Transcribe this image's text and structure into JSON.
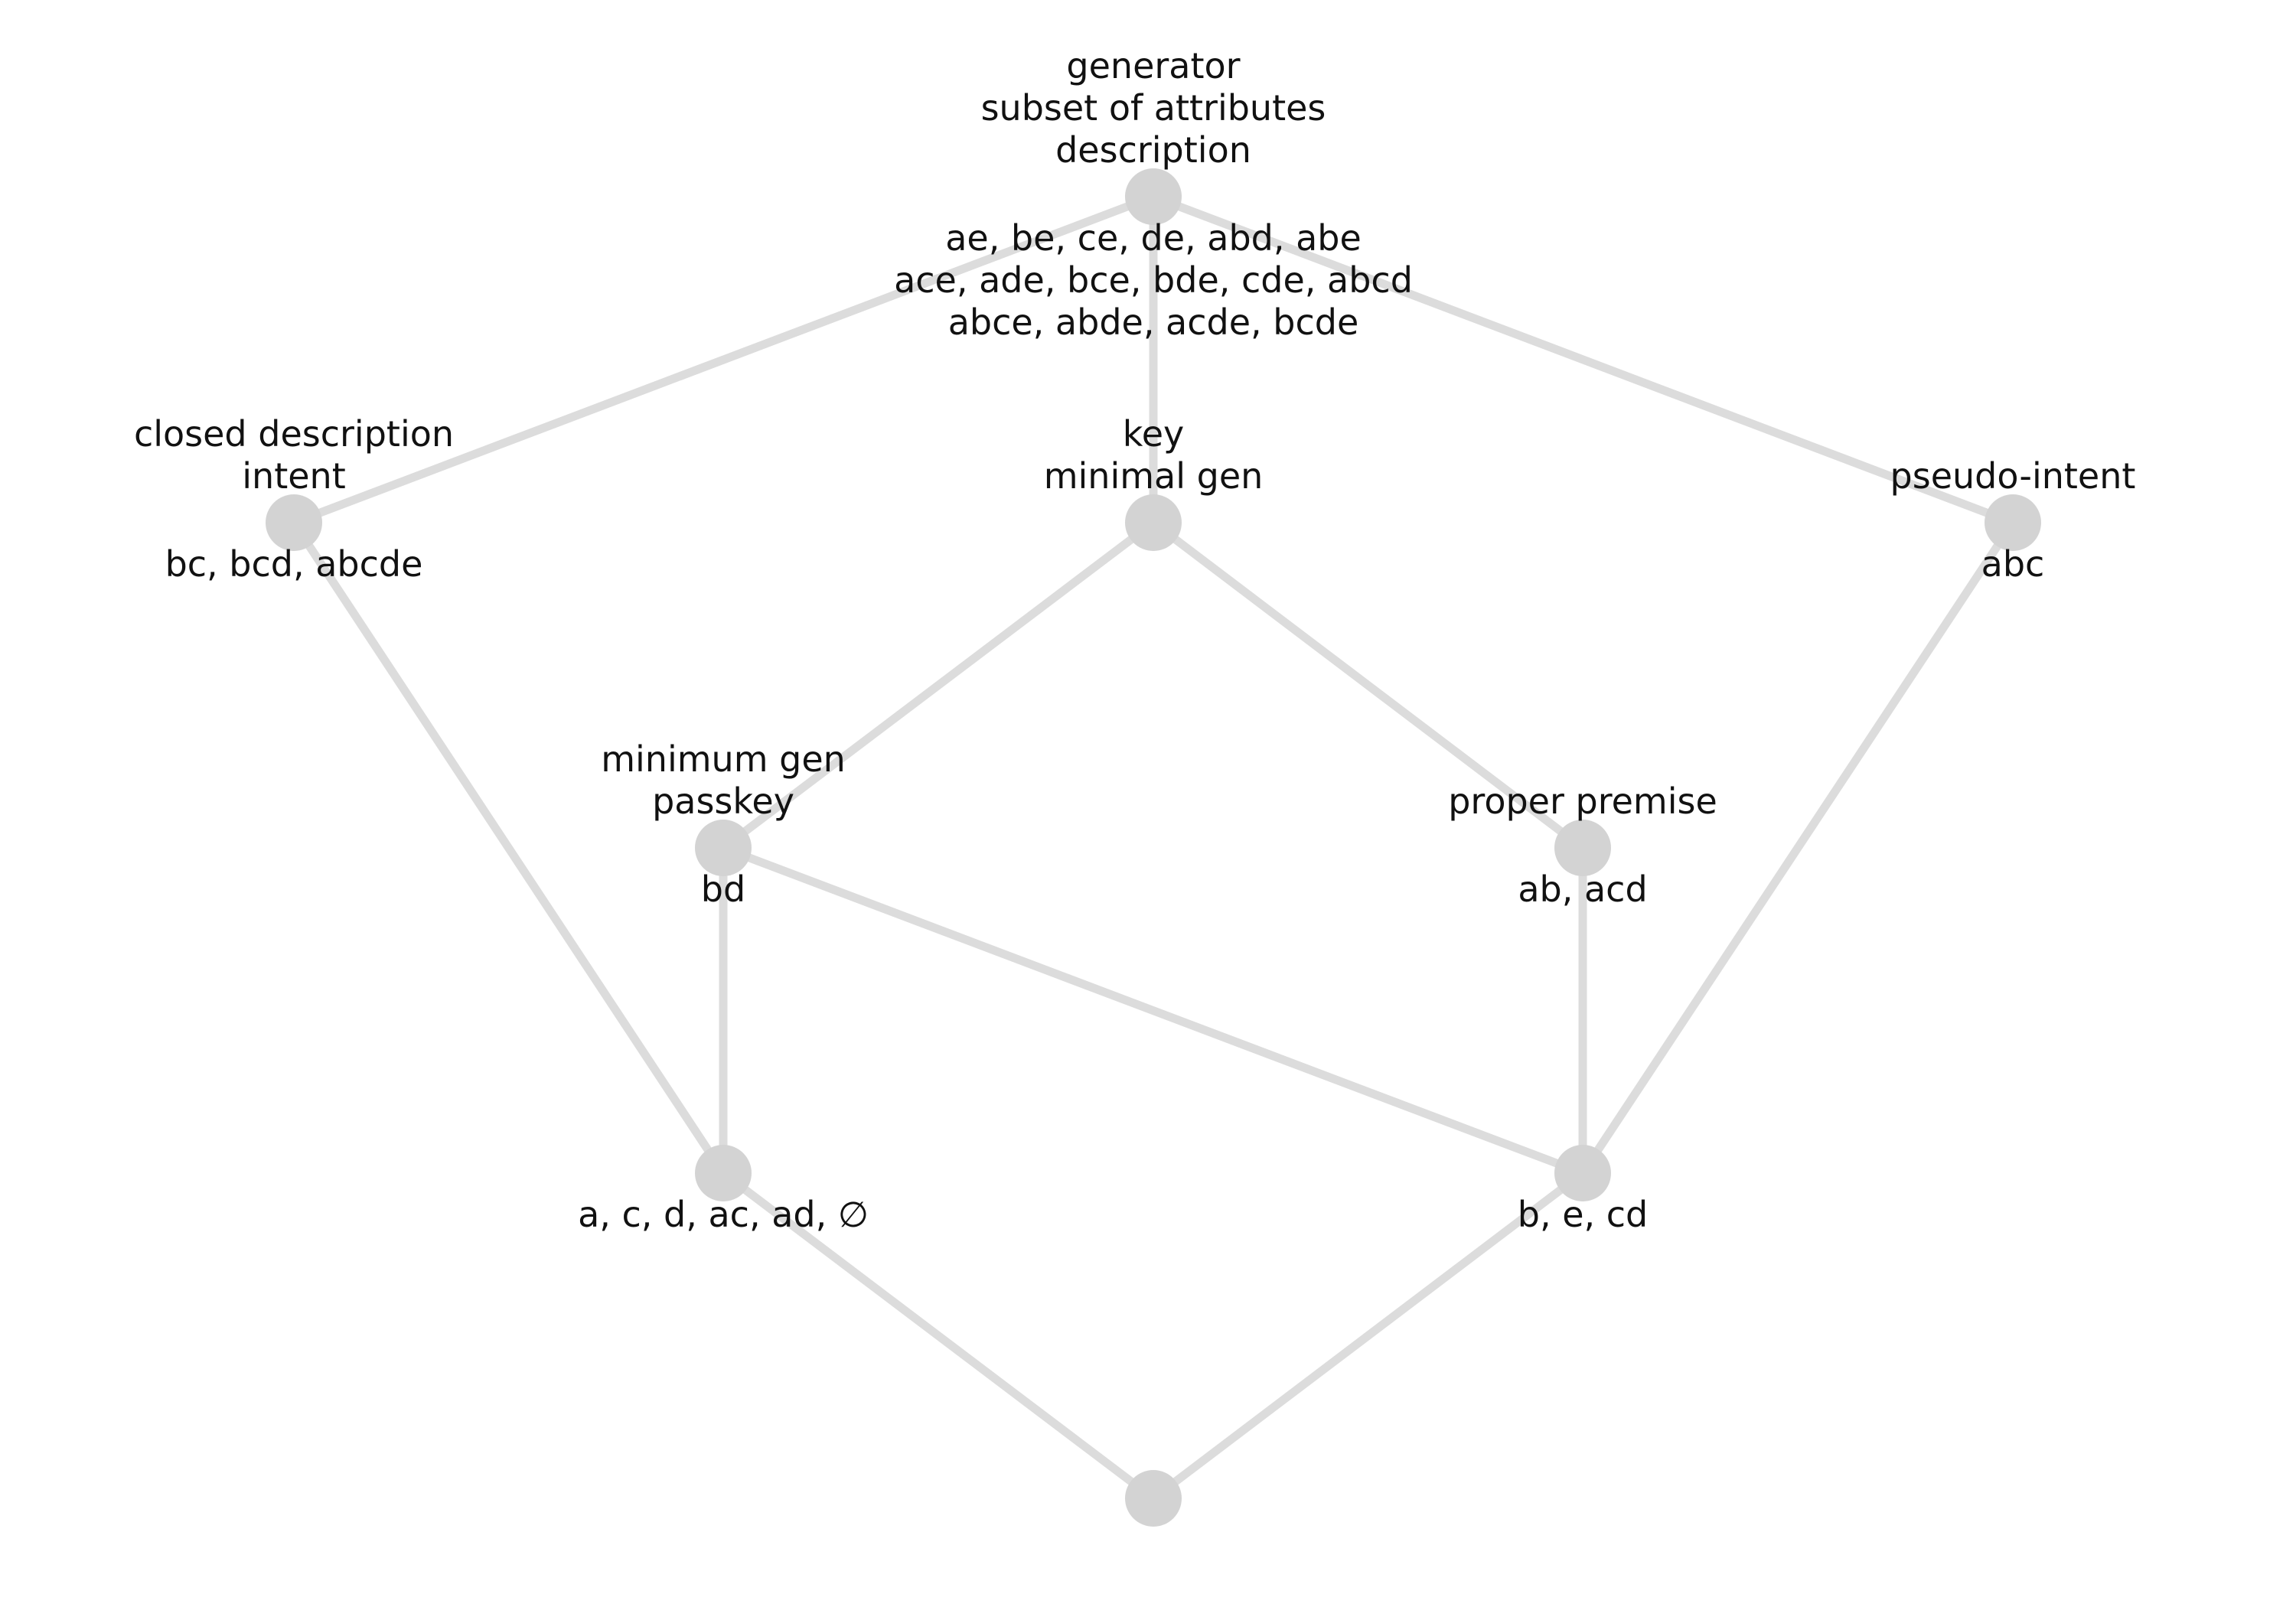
{
  "nodes": [
    {
      "id": "top",
      "above": [
        "generator",
        "subset of attributes",
        "description"
      ],
      "below": [
        "ae, be, ce, de, abd, abe",
        "ace, ade, bce, bde, cde, abcd",
        "abce, abde, acde, bcde"
      ]
    },
    {
      "id": "closed",
      "above": [
        "closed description",
        "intent"
      ],
      "below": [
        "bc, bcd, abcde"
      ]
    },
    {
      "id": "key",
      "above": [
        "key",
        "minimal gen"
      ],
      "below": []
    },
    {
      "id": "pseudo",
      "above": [
        "pseudo-intent"
      ],
      "below": [
        "abc"
      ]
    },
    {
      "id": "minimum",
      "above": [
        "minimum gen",
        "passkey"
      ],
      "below": [
        "bd"
      ]
    },
    {
      "id": "proper",
      "above": [
        "proper premise"
      ],
      "below": [
        "ab, acd"
      ]
    },
    {
      "id": "left",
      "above": [],
      "below": [
        "a, c, d, ac, ad, ∅"
      ]
    },
    {
      "id": "right",
      "above": [],
      "below": [
        "b, e, cd"
      ]
    },
    {
      "id": "bottom",
      "above": [],
      "below": []
    }
  ],
  "edges": [
    [
      "top",
      "closed"
    ],
    [
      "top",
      "key"
    ],
    [
      "top",
      "pseudo"
    ],
    [
      "key",
      "minimum"
    ],
    [
      "key",
      "proper"
    ],
    [
      "closed",
      "left"
    ],
    [
      "minimum",
      "left"
    ],
    [
      "minimum",
      "right"
    ],
    [
      "proper",
      "right"
    ],
    [
      "pseudo",
      "right"
    ],
    [
      "left",
      "bottom"
    ],
    [
      "right",
      "bottom"
    ]
  ]
}
